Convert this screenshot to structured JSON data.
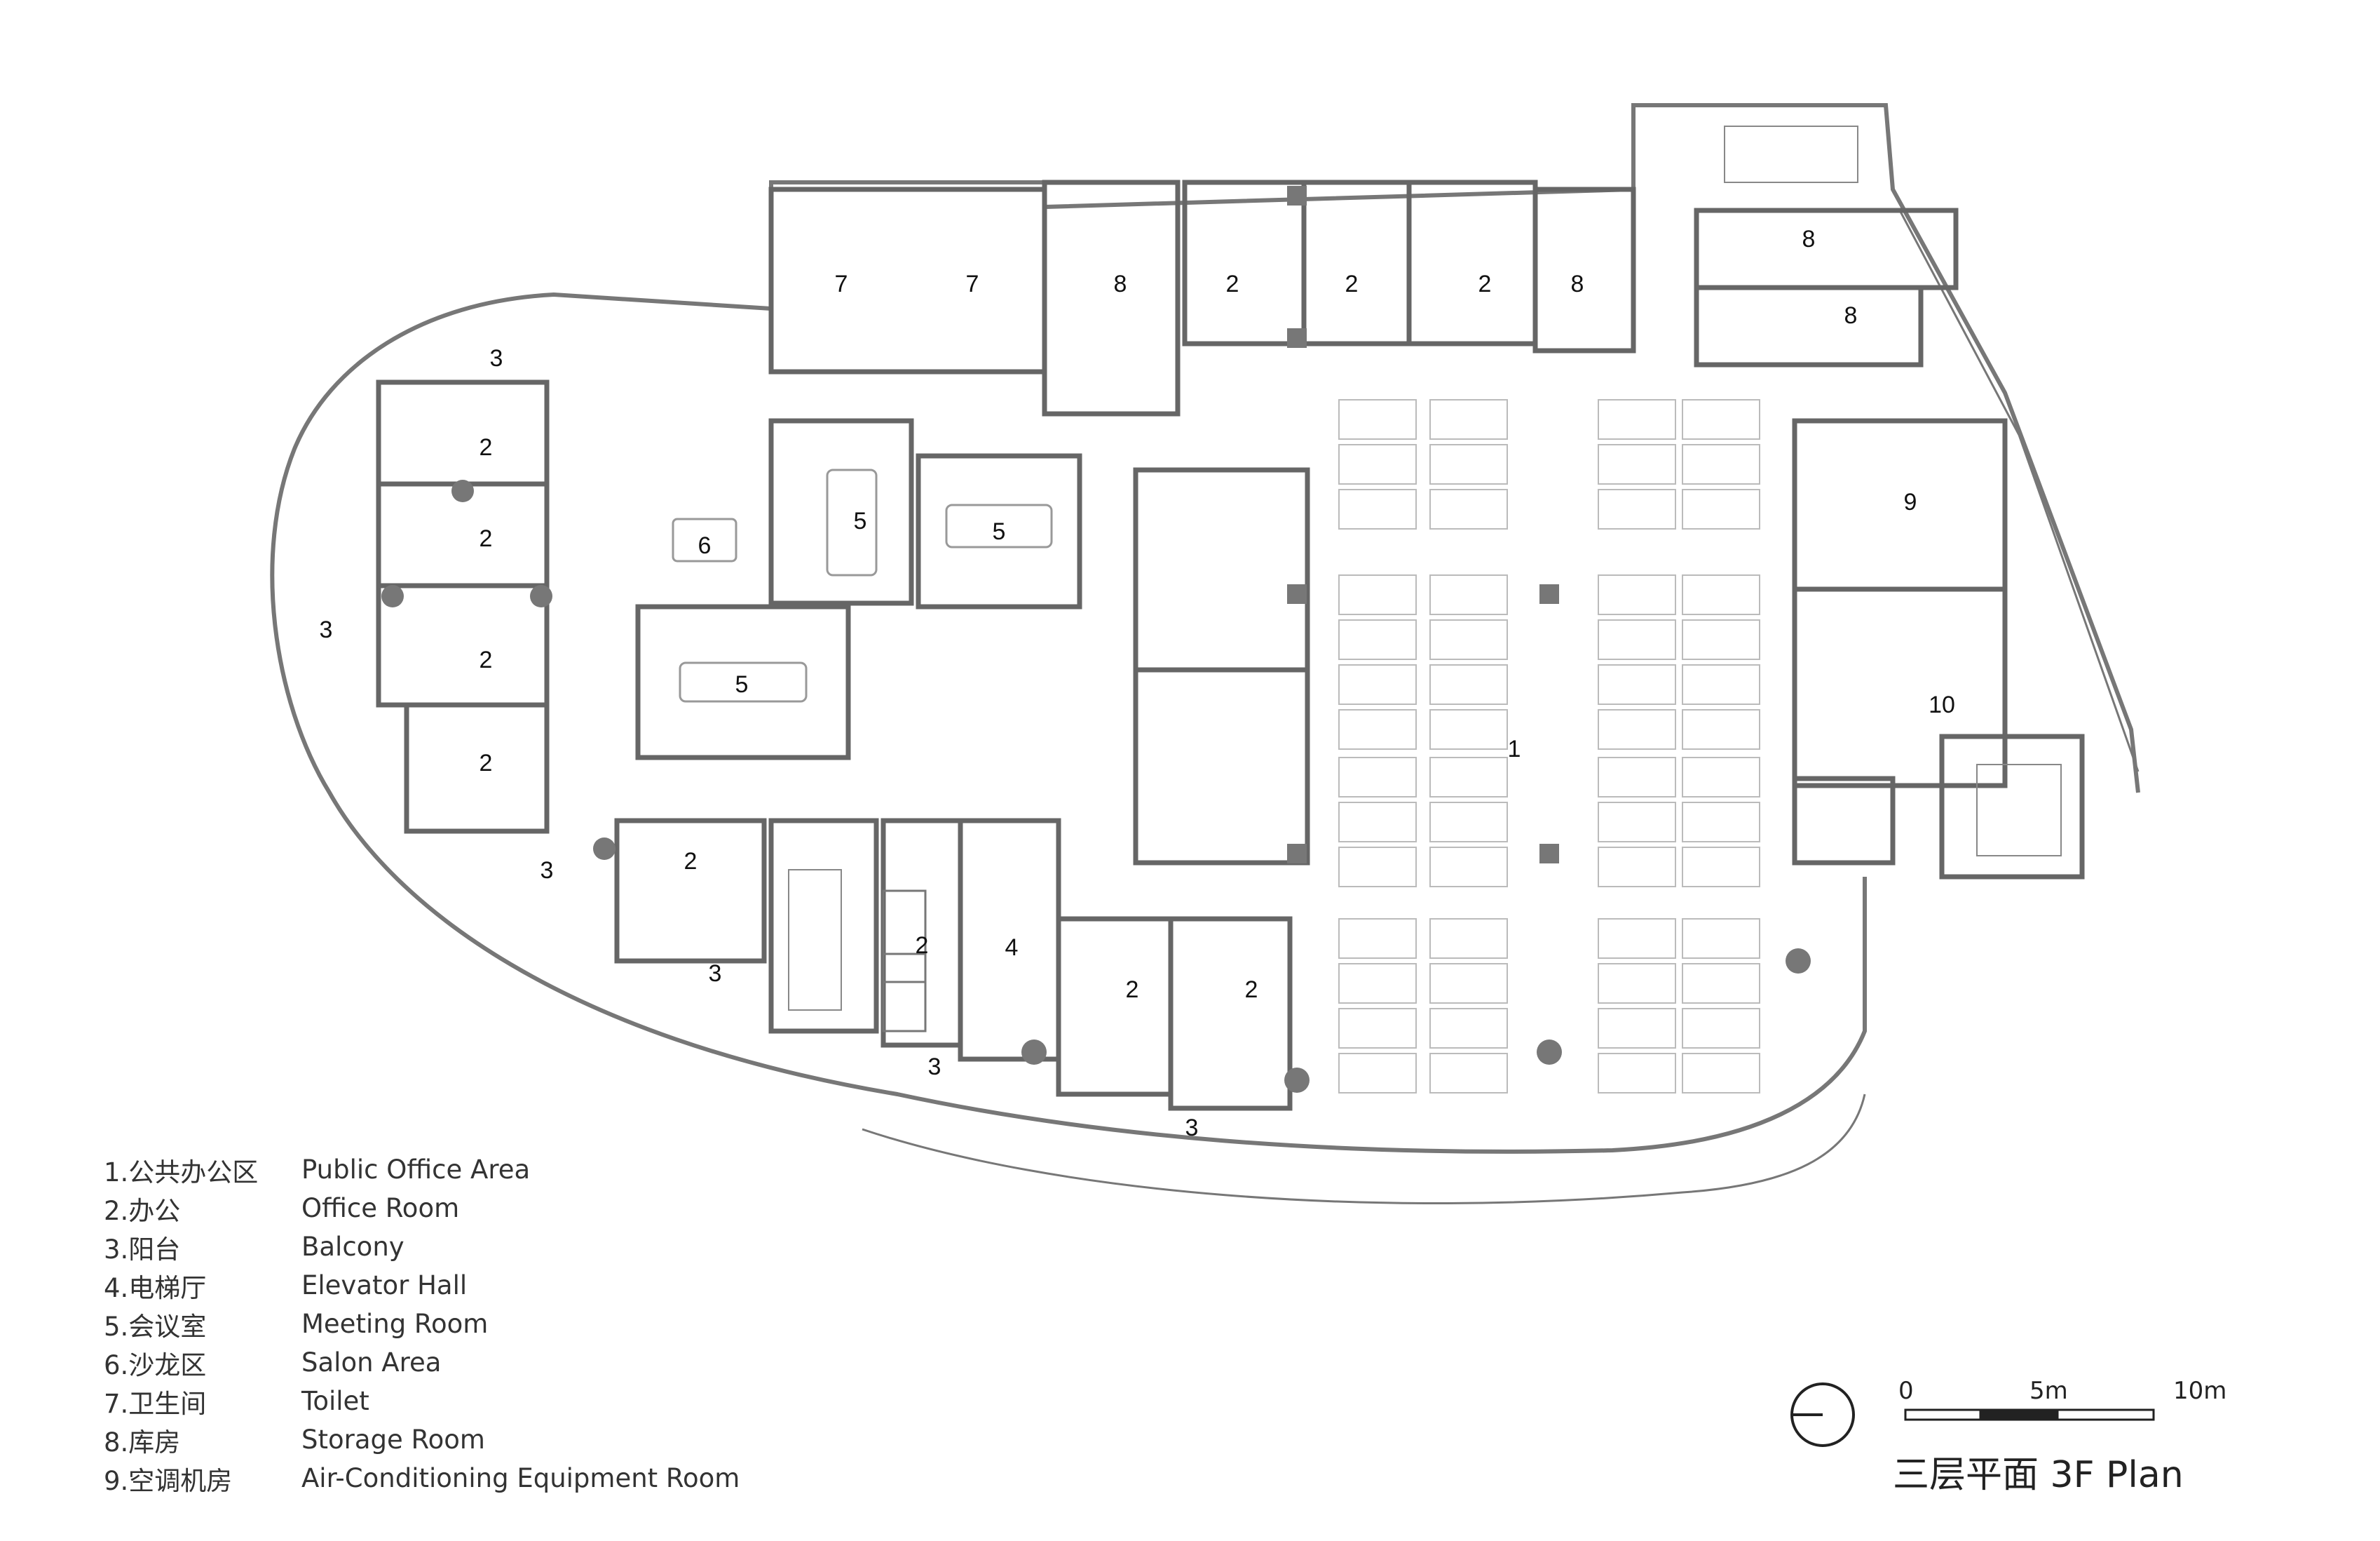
{
  "rooms": [
    {
      "id": "1",
      "label": "1"
    },
    {
      "id": "2a",
      "label": "2"
    },
    {
      "id": "2b",
      "label": "2"
    },
    {
      "id": "2c",
      "label": "2"
    },
    {
      "id": "2d",
      "label": "2"
    },
    {
      "id": "2e",
      "label": "2"
    },
    {
      "id": "2f",
      "label": "2"
    },
    {
      "id": "2g",
      "label": "2"
    },
    {
      "id": "2h",
      "label": "2"
    },
    {
      "id": "2i",
      "label": "2"
    },
    {
      "id": "2j",
      "label": "2"
    },
    {
      "id": "2k",
      "label": "2"
    },
    {
      "id": "3a",
      "label": "3"
    },
    {
      "id": "3b",
      "label": "3"
    },
    {
      "id": "3c",
      "label": "3"
    },
    {
      "id": "3d",
      "label": "3"
    },
    {
      "id": "3e",
      "label": "3"
    },
    {
      "id": "3f",
      "label": "3"
    },
    {
      "id": "4",
      "label": "4"
    },
    {
      "id": "5a",
      "label": "5"
    },
    {
      "id": "5b",
      "label": "5"
    },
    {
      "id": "5c",
      "label": "5"
    },
    {
      "id": "6",
      "label": "6"
    },
    {
      "id": "7a",
      "label": "7"
    },
    {
      "id": "7b",
      "label": "7"
    },
    {
      "id": "8a",
      "label": "8"
    },
    {
      "id": "8b",
      "label": "8"
    },
    {
      "id": "8c",
      "label": "8"
    },
    {
      "id": "8d",
      "label": "8"
    },
    {
      "id": "9",
      "label": "9"
    },
    {
      "id": "10",
      "label": "10"
    }
  ],
  "legend": [
    {
      "num": "1.公共办公区",
      "en": "Public Office Area"
    },
    {
      "num": "2.办公",
      "en": "Office Room"
    },
    {
      "num": "3.阳台",
      "en": "Balcony"
    },
    {
      "num": "4.电梯厅",
      "en": "Elevator Hall"
    },
    {
      "num": "5.会议室",
      "en": "Meeting Room"
    },
    {
      "num": "6.沙龙区",
      "en": "Salon Area"
    },
    {
      "num": "7.卫生间",
      "en": "Toilet"
    },
    {
      "num": "8.库房",
      "en": "Storage Room"
    },
    {
      "num": "9.空调机房",
      "en": "Air-Conditioning Equipment Room"
    }
  ],
  "scale": {
    "tick0": "0",
    "tick1": "5m",
    "tick2": "10m"
  },
  "title": "三层平面   3F Plan",
  "colors": {
    "wall": "#6e6e6e",
    "line": "#8a8a8a",
    "column": "#7a7a7a",
    "furniture": "#b8b8b8"
  }
}
